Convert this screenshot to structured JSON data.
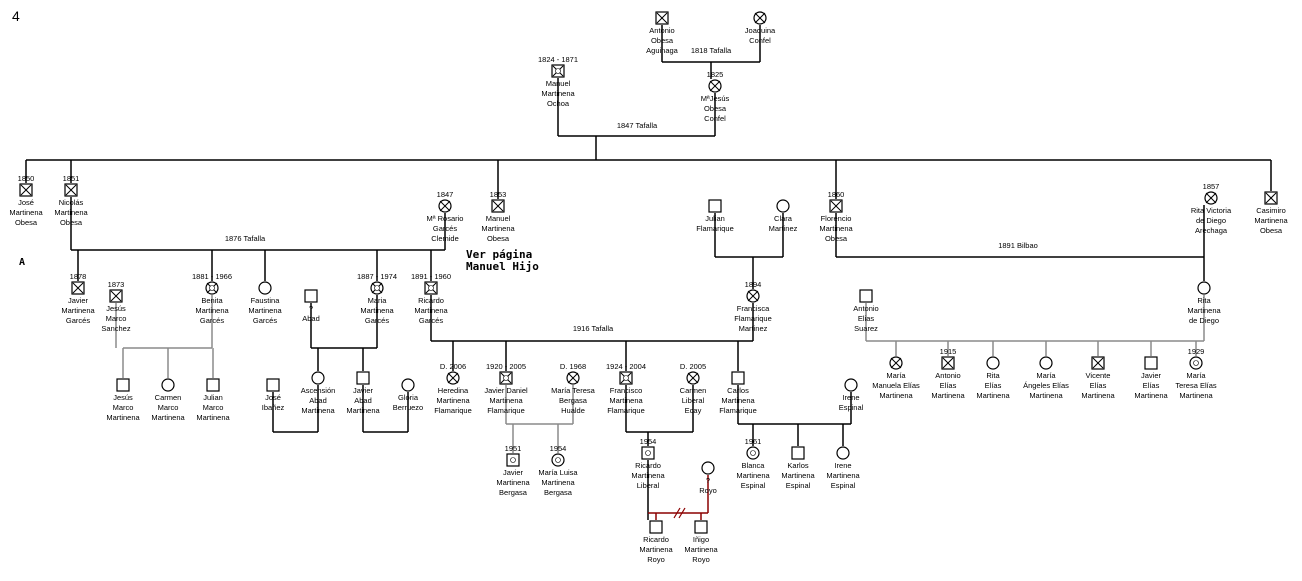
{
  "page_number": "4",
  "section_marker": "A",
  "reference_note": "Ver página\nManuel Hijo",
  "people": [
    {
      "id": "antonio_obesa",
      "name": "Antonio\nObesa\nAguinaga",
      "date": "",
      "sex": "m",
      "deceased": true
    },
    {
      "id": "joaquina_confel",
      "name": "Joaquina\nConfel",
      "date": "",
      "sex": "f",
      "deceased": true
    },
    {
      "id": "manuel_ochoa",
      "name": "Manuel\nMartinena\nOchoa",
      "date": "1824 - 1871",
      "sex": "m",
      "deceased": true,
      "numbered": true
    },
    {
      "id": "mjesus",
      "name": "MªJesús\nObesa\nConfel",
      "date": "1825",
      "sex": "f",
      "deceased": true
    },
    {
      "id": "jose",
      "name": "José\nMartinena\nObesa",
      "date": "1850",
      "sex": "m",
      "deceased": true
    },
    {
      "id": "nicolas",
      "name": "Nicolás\nMartinena\nObesa",
      "date": "1851",
      "sex": "m",
      "deceased": true
    },
    {
      "id": "rosario",
      "name": "Mª Rosario\nGarcés\nClemide",
      "date": "1847",
      "sex": "f",
      "deceased": true
    },
    {
      "id": "manuel_obesa",
      "name": "Manuel\nMartinena\nObesa",
      "date": "1853",
      "sex": "m",
      "deceased": true
    },
    {
      "id": "julian_flam",
      "name": "Julian\nFlamarique",
      "date": "",
      "sex": "m",
      "deceased": false
    },
    {
      "id": "clara",
      "name": "Clara\nMartinez",
      "date": "",
      "sex": "f",
      "deceased": false
    },
    {
      "id": "florencio",
      "name": "Florencio\nMartinena\nObesa",
      "date": "1860",
      "sex": "m",
      "deceased": true
    },
    {
      "id": "rita_victoria",
      "name": "Rita Victoria\nde Diego\nArechaga",
      "date": "1857",
      "sex": "f",
      "deceased": true
    },
    {
      "id": "casimiro",
      "name": "Casimiro\nMartinena\nObesa",
      "date": "",
      "sex": "m",
      "deceased": true
    },
    {
      "id": "javier_garces",
      "name": "Javier\nMartinena\nGarcés",
      "date": "1878",
      "sex": "m",
      "deceased": true
    },
    {
      "id": "jesus_marco",
      "name": "Jesús\nMarco\nSanchez",
      "date": "1873",
      "sex": "m",
      "deceased": true
    },
    {
      "id": "benita",
      "name": "Benita\nMartinena\nGarcés",
      "date": "1881 - 1966",
      "sex": "f",
      "deceased": true,
      "numbered": true
    },
    {
      "id": "faustina",
      "name": "Faustina\nMartinena\nGarcés",
      "date": "",
      "sex": "f",
      "deceased": false
    },
    {
      "id": "abad",
      "name": "?\nAbad",
      "date": "",
      "sex": "m",
      "deceased": false
    },
    {
      "id": "maria_garces",
      "name": "Maria\nMartinena\nGarcés",
      "date": "1887 - 1974",
      "sex": "f",
      "deceased": true,
      "numbered": true
    },
    {
      "id": "ricardo_garces",
      "name": "Ricardo\nMartinena\nGarcés",
      "date": "1891 - 1960",
      "sex": "m",
      "deceased": true,
      "numbered": true
    },
    {
      "id": "francisca",
      "name": "Francisca\nFlamarique\nMartinez",
      "date": "1894",
      "sex": "f",
      "deceased": true
    },
    {
      "id": "antonio_elias",
      "name": "Antonio\nElias\nSuarez",
      "date": "",
      "sex": "m",
      "deceased": false
    },
    {
      "id": "rita_diego",
      "name": "Rita\nMartinena\nde Diego",
      "date": "",
      "sex": "f",
      "deceased": false
    },
    {
      "id": "jesus_mm",
      "name": "Jesús\nMarco\nMartinena",
      "date": "",
      "sex": "m",
      "deceased": false
    },
    {
      "id": "carmen_mm",
      "name": "Carmen\nMarco\nMartinena",
      "date": "",
      "sex": "f",
      "deceased": false
    },
    {
      "id": "julian_mm",
      "name": "Julian\nMarco\nMartinena",
      "date": "",
      "sex": "m",
      "deceased": false
    },
    {
      "id": "jose_ibanez",
      "name": "José\nIbañez",
      "date": "",
      "sex": "m",
      "deceased": false
    },
    {
      "id": "ascension",
      "name": "Ascensión\nAbad\nMartinena",
      "date": "",
      "sex": "f",
      "deceased": false
    },
    {
      "id": "javier_abad",
      "name": "Javier\nAbad\nMartinena",
      "date": "",
      "sex": "m",
      "deceased": false
    },
    {
      "id": "gloria",
      "name": "Gloria\nBerruezo",
      "date": "",
      "sex": "f",
      "deceased": false
    },
    {
      "id": "heredina",
      "name": "Heredina\nMartinena\nFlamarique",
      "date": "D. 2006",
      "sex": "f",
      "deceased": true
    },
    {
      "id": "javier_daniel",
      "name": "Javier Daniel\nMartinena\nFlamarique",
      "date": "1920 - 2005",
      "sex": "m",
      "deceased": true,
      "numbered": true
    },
    {
      "id": "maria_teresa_b",
      "name": "María Teresa\nBergasa\nHualde",
      "date": "D. 1968",
      "sex": "f",
      "deceased": true
    },
    {
      "id": "francisco",
      "name": "Francisco\nMartinena\nFlamarique",
      "date": "1924 - 2004",
      "sex": "m",
      "deceased": true,
      "numbered": true
    },
    {
      "id": "carmen_liberal",
      "name": "Carmen\nLiberal\nEcay",
      "date": "D. 2005",
      "sex": "f",
      "deceased": true
    },
    {
      "id": "carlos",
      "name": "Carlos\nMartinena\nFlamarique",
      "date": "",
      "sex": "m",
      "deceased": false
    },
    {
      "id": "irene_espinal",
      "name": "Irene\nEspinal",
      "date": "",
      "sex": "f",
      "deceased": false
    },
    {
      "id": "maria_manuela",
      "name": "María\nManuela Elías\nMartinena",
      "date": "",
      "sex": "f",
      "deceased": true
    },
    {
      "id": "antonio_em",
      "name": "Antonio\nElías\nMartinena",
      "date": "1915",
      "sex": "m",
      "deceased": true
    },
    {
      "id": "rita_em",
      "name": "Rita\nElías\nMartinena",
      "date": "",
      "sex": "f",
      "deceased": false
    },
    {
      "id": "maria_angeles",
      "name": "María\nÁngeles Elías\nMartinena",
      "date": "",
      "sex": "f",
      "deceased": false
    },
    {
      "id": "vicente",
      "name": "Vicente\nElías\nMartinena",
      "date": "",
      "sex": "m",
      "deceased": true
    },
    {
      "id": "javier_em",
      "name": "Javier\nElías\nMartinena",
      "date": "",
      "sex": "m",
      "deceased": false
    },
    {
      "id": "maria_teresa_e",
      "name": "María\nTeresa Elías\nMartinena",
      "date": "1929",
      "sex": "f",
      "deceased": false,
      "numbered": true
    },
    {
      "id": "javier_bergasa",
      "name": "Javier\nMartinena\nBergasa",
      "date": "1951",
      "sex": "m",
      "deceased": false,
      "numbered": true
    },
    {
      "id": "maria_luisa",
      "name": "María Luisa\nMartinena\nBergasa",
      "date": "1954",
      "sex": "f",
      "deceased": false,
      "numbered": true
    },
    {
      "id": "ricardo_liberal",
      "name": "Ricardo\nMartinena\nLiberal",
      "date": "1954",
      "sex": "m",
      "deceased": false,
      "numbered": true
    },
    {
      "id": "royo",
      "name": "?\nRoyo",
      "date": "",
      "sex": "f",
      "deceased": false
    },
    {
      "id": "blanca",
      "name": "Blanca\nMartinena\nEspinal",
      "date": "1961",
      "sex": "f",
      "deceased": false,
      "numbered": true
    },
    {
      "id": "karlos",
      "name": "Karlos\nMartinena\nEspinal",
      "date": "",
      "sex": "m",
      "deceased": false
    },
    {
      "id": "irene_me",
      "name": "Irene\nMartinena\nEspinal",
      "date": "",
      "sex": "f",
      "deceased": false
    },
    {
      "id": "ricardo_royo",
      "name": "Ricardo\nMartinena\nRoyo",
      "date": "",
      "sex": "m",
      "deceased": false
    },
    {
      "id": "inigo",
      "name": "Iñigo\nMartinena\nRoyo",
      "date": "",
      "sex": "m",
      "deceased": false
    }
  ],
  "marriages": [
    {
      "id": "m_obesa",
      "label": "1818 Tafalla"
    },
    {
      "id": "m_1847",
      "label": "1847 Tafalla"
    },
    {
      "id": "m_1876",
      "label": "1876 Tafalla"
    },
    {
      "id": "m_1891",
      "label": "1891 Bilbao"
    },
    {
      "id": "m_1916",
      "label": "1916 Tafalla"
    }
  ],
  "colors": {
    "line": "#000000",
    "sibling_line": "#8a8a8a",
    "divorce_line": "#8b0000"
  }
}
